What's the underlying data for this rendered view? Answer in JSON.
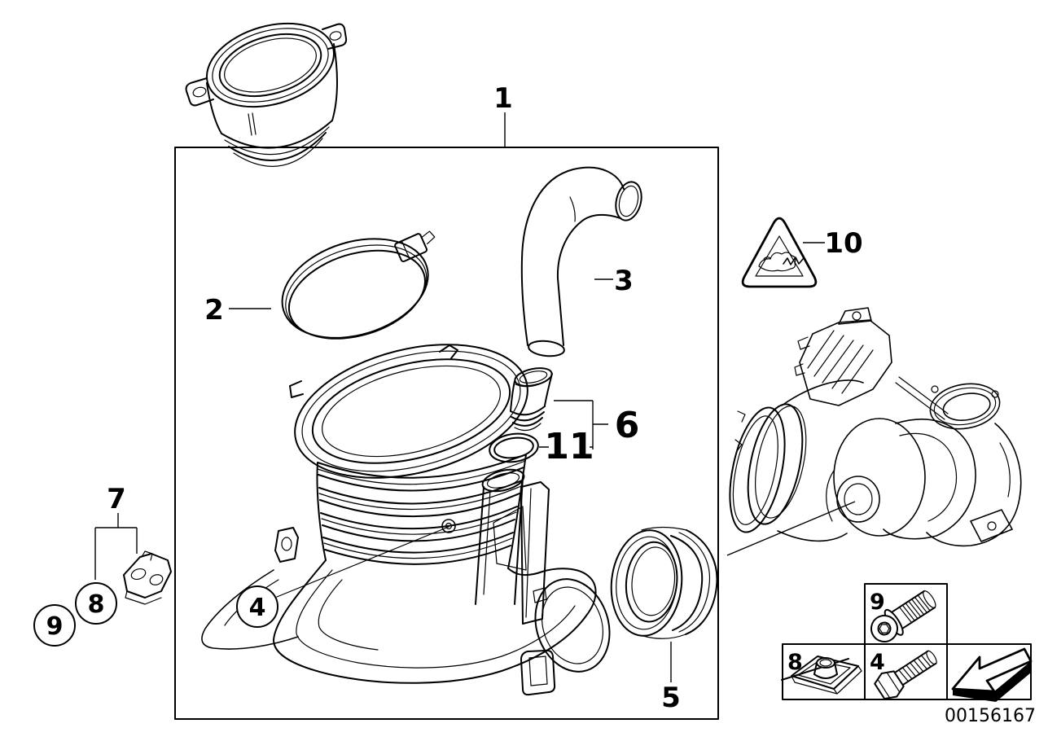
{
  "colors": {
    "line": "#000000",
    "background": "#ffffff"
  },
  "callouts": {
    "c1": "1",
    "c2": "2",
    "c3": "3",
    "c4": "4",
    "c5": "5",
    "c6": "6",
    "c7": "7",
    "c8": "8",
    "c9": "9",
    "c10": "10",
    "c11": "11"
  },
  "legend": {
    "screw_cell_label": "9",
    "clip_nut_cell_label": "8",
    "bolt_cell_label": "4"
  },
  "icons": {
    "legend_screw": "socket-head-screw",
    "legend_clip_nut": "clip-nut",
    "legend_bolt": "hex-bolt",
    "legend_arrow": "back-arrow",
    "sticker": "marten-warning-triangle"
  },
  "footer": {
    "part_number": "00156167"
  }
}
